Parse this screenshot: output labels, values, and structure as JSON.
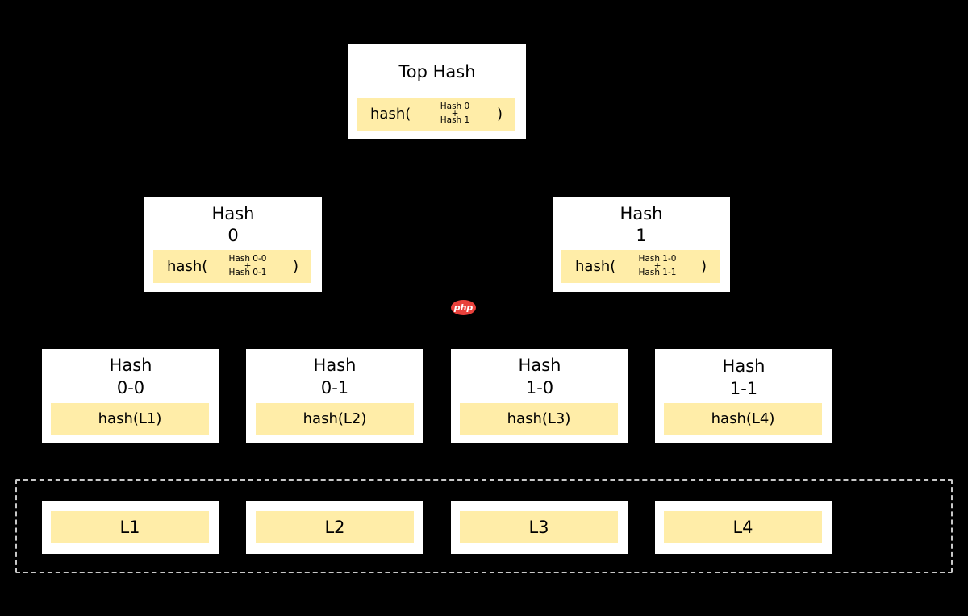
{
  "top": {
    "title": "Top Hash",
    "fn": "hash(",
    "close": ")",
    "operand_a": "Hash 0",
    "plus": "+",
    "operand_b": "Hash 1"
  },
  "level1": [
    {
      "title_line1": "Hash",
      "title_line2": "0",
      "fn": "hash(",
      "close": ")",
      "operand_a": "Hash 0-0",
      "plus": "+",
      "operand_b": "Hash 0-1"
    },
    {
      "title_line1": "Hash",
      "title_line2": "1",
      "fn": "hash(",
      "close": ")",
      "operand_a": "Hash 1-0",
      "plus": "+",
      "operand_b": "Hash 1-1"
    }
  ],
  "level2": [
    {
      "title_line1": "Hash",
      "title_line2": "0-0",
      "value": "hash(L1)"
    },
    {
      "title_line1": "Hash",
      "title_line2": "0-1",
      "value": "hash(L2)"
    },
    {
      "title_line1": "Hash",
      "title_line2": "1-0",
      "value": "hash(L3)"
    },
    {
      "title_line1": "Hash",
      "title_line2": "1-1",
      "value": "hash(L4)"
    }
  ],
  "leaves": [
    "L1",
    "L2",
    "L3",
    "L4"
  ],
  "watermark": "php",
  "colors": {
    "background": "#000000",
    "node": "#ffffff",
    "hash_fill": "#ffeda8",
    "dashed_frame": "#c8c8c8",
    "badge": "#e8413c"
  }
}
